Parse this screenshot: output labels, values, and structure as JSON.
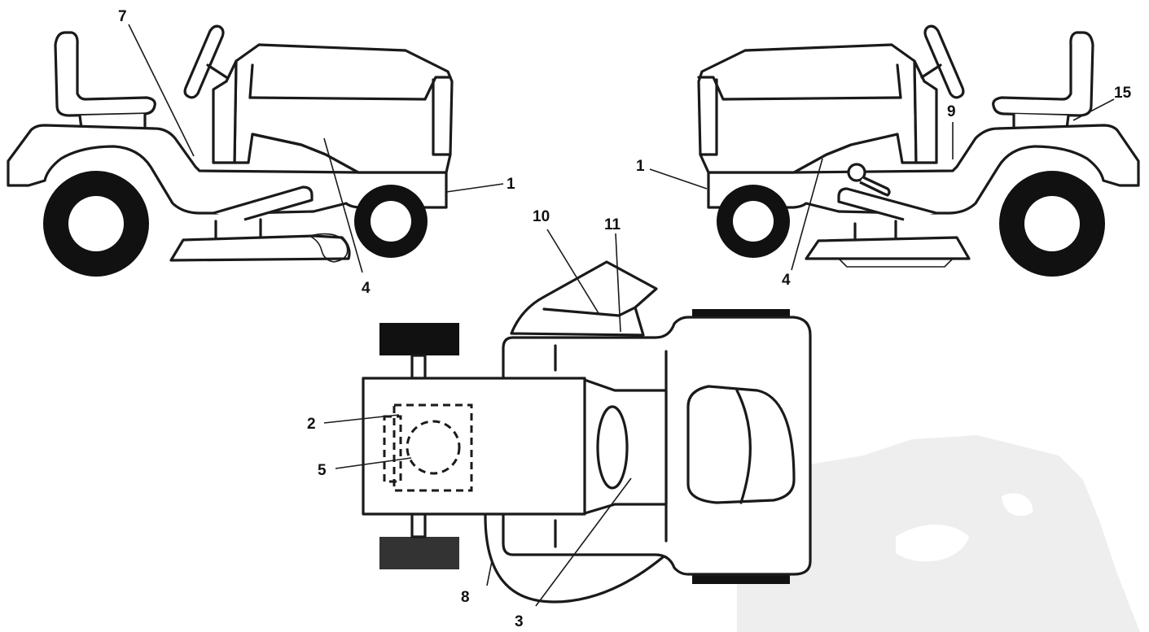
{
  "callouts": {
    "c1_left": "1",
    "c7": "7",
    "c4_left": "4",
    "c1_right": "1",
    "c9": "9",
    "c15": "15",
    "c4_right": "4",
    "c10": "10",
    "c11": "11",
    "c2": "2",
    "c5": "5",
    "c8": "8",
    "c3": "3"
  },
  "colors": {
    "line": "#1a1a1a",
    "tire": "#111111",
    "watermark": "#eeeeee"
  }
}
